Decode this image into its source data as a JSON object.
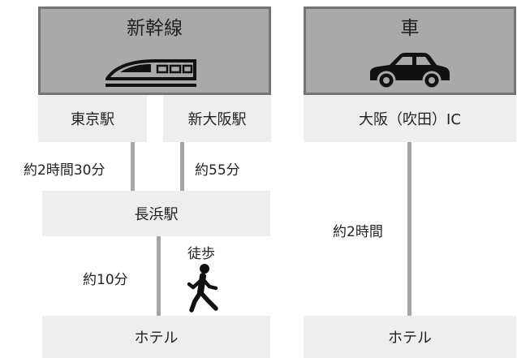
{
  "shinkansen": {
    "title": "新幹線",
    "icon": "bullet-train-icon",
    "origin_tokyo": "東京駅",
    "origin_shinosaka": "新大阪駅",
    "duration_tokyo": "約2時間30分",
    "duration_shinosaka": "約55分",
    "transfer_station": "長浜駅",
    "walk_label": "徒歩",
    "walk_icon": "walking-person-icon",
    "walk_duration": "約10分",
    "destination": "ホテル"
  },
  "car": {
    "title": "車",
    "icon": "car-icon",
    "origin": "大阪（吹田）IC",
    "duration": "約2時間",
    "destination": "ホテル"
  },
  "colors": {
    "header_fill": "#a9a9a9",
    "header_border": "#757575",
    "box_fill": "#eeeeee",
    "connector": "#a6a6a6",
    "icon": "#111111"
  }
}
